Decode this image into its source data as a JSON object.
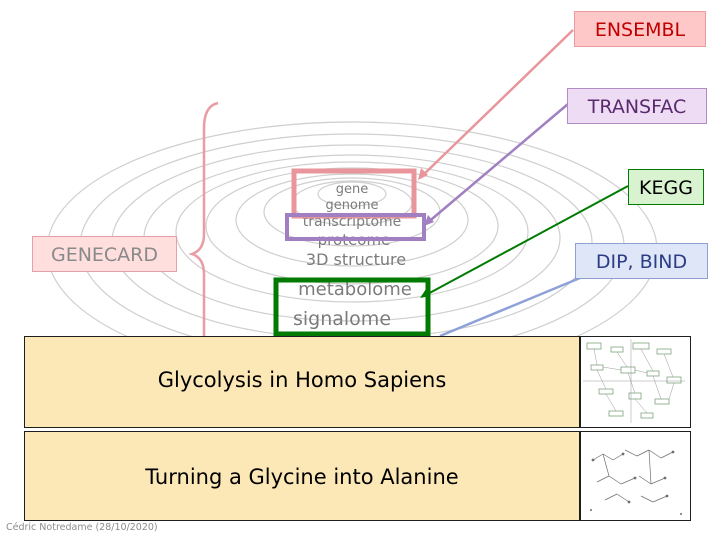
{
  "diagram": {
    "layers": [
      "gene",
      "genome",
      "transcriptome",
      "proteome",
      "3D structure",
      "metabolome",
      "signalome"
    ]
  },
  "databases": {
    "ensembl": "ENSEMBL",
    "transfac": "TRANSFAC",
    "kegg": "KEGG",
    "dip_bind": "DIP, BIND",
    "genecard": "GENECARD"
  },
  "panels": {
    "glycolysis": "Glycolysis in Homo Sapiens",
    "glycine": "Turning a Glycine into Alanine"
  },
  "footer": "Cédric Notredame (28/10/2020)",
  "colors": {
    "ensembl_arrow": "#e8969c",
    "transfac_arrow": "#a080c0",
    "kegg_arrow": "#007a00",
    "dip_arrow": "#8ea0d8",
    "genecard_brace": "#e89ca4",
    "panel_fill": "#fce7b7"
  }
}
